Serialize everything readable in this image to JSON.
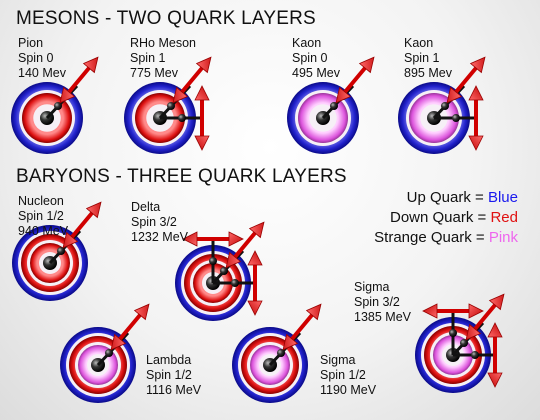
{
  "headings": {
    "mesons": "MESONS - TWO QUARK LAYERS",
    "baryons": "BARYONS - THREE QUARK LAYERS"
  },
  "legend": {
    "up": {
      "label": "Up Quark = ",
      "value": "Blue",
      "color": "#1a1aee"
    },
    "down": {
      "label": "Down Quark = ",
      "value": "Red",
      "color": "#e01010"
    },
    "strange": {
      "label": "Strange Quark = ",
      "value": "Pink",
      "color": "#ee66ee"
    }
  },
  "particles": [
    {
      "id": "pion",
      "group": "meson",
      "name": "Pion",
      "spin": "Spin 0",
      "energy": "140 Mev",
      "layers": [
        "blue",
        "red"
      ],
      "spin_arrows": 1
    },
    {
      "id": "rho",
      "group": "meson",
      "name": "RHo Meson",
      "spin": "Spin 1",
      "energy": "775 Mev",
      "layers": [
        "blue",
        "red"
      ],
      "spin_arrows": 2
    },
    {
      "id": "kaon0",
      "group": "meson",
      "name": "Kaon",
      "spin": "Spin 0",
      "energy": "495 Mev",
      "layers": [
        "blue",
        "pink"
      ],
      "spin_arrows": 1
    },
    {
      "id": "kaon1",
      "group": "meson",
      "name": "Kaon",
      "spin": "Spin 1",
      "energy": "895 Mev",
      "layers": [
        "blue",
        "pink"
      ],
      "spin_arrows": 2
    },
    {
      "id": "nucleon",
      "group": "baryon",
      "name": "Nucleon",
      "spin": "Spin 1/2",
      "energy": "940 MeV",
      "layers": [
        "blue",
        "red",
        "red"
      ],
      "spin_arrows": 1
    },
    {
      "id": "delta",
      "group": "baryon",
      "name": "Delta",
      "spin": "Spin 3/2",
      "energy": "1232 MeV",
      "layers": [
        "blue",
        "red",
        "red"
      ],
      "spin_arrows": 3
    },
    {
      "id": "lambda",
      "group": "baryon",
      "name": "Lambda",
      "spin": "Spin 1/2",
      "energy": "1116 MeV",
      "layers": [
        "blue",
        "red",
        "pink"
      ],
      "spin_arrows": 1
    },
    {
      "id": "sigma12",
      "group": "baryon",
      "name": "Sigma",
      "spin": "Spin 1/2",
      "energy": "1190 MeV",
      "layers": [
        "blue",
        "red",
        "pink"
      ],
      "spin_arrows": 1
    },
    {
      "id": "sigma32",
      "group": "baryon",
      "name": "Sigma",
      "spin": "Spin 3/2",
      "energy": "1385 MeV",
      "layers": [
        "blue",
        "red",
        "pink"
      ],
      "spin_arrows": 3
    }
  ]
}
